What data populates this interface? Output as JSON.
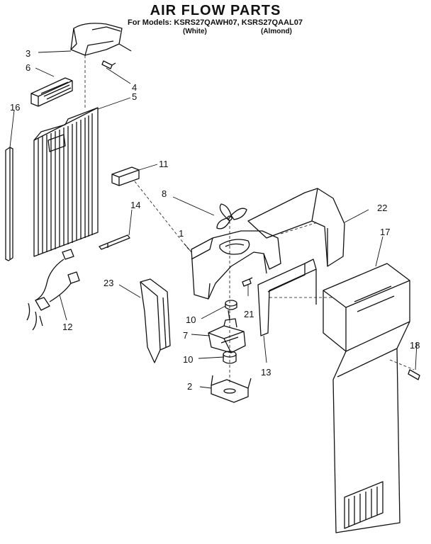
{
  "title": "AIR FLOW PARTS",
  "subtitle": "For Models: KSRS27QAWH07, KSRS27QAAL07",
  "variants": [
    "(White)",
    "(Almond)"
  ],
  "callouts": [
    "1",
    "2",
    "3",
    "4",
    "5",
    "6",
    "7",
    "8",
    "10",
    "10",
    "11",
    "12",
    "13",
    "14",
    "16",
    "17",
    "18",
    "21",
    "22",
    "23"
  ]
}
